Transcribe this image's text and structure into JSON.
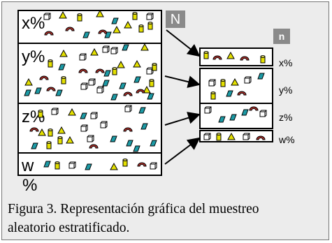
{
  "population": {
    "strata": [
      {
        "label_top": "x%",
        "label_bottom": ""
      },
      {
        "label_top": "y%",
        "label_bottom": ""
      },
      {
        "label_top": "z%",
        "label_bottom": ""
      },
      {
        "label_top": "w",
        "label_bottom": "%"
      }
    ]
  },
  "sample": {
    "population_badge": "N",
    "sample_badge": "n",
    "strata_labels": [
      "x%",
      "y%",
      "z%",
      "w%"
    ]
  },
  "caption": {
    "line1": "Figura 3. Representación gráfica del muestreo",
    "line2": "aleatorio estratificado."
  },
  "colors": {
    "yellow": "#e4e000",
    "teal": "#1c9aa5",
    "red": "#b1302a",
    "badge": "#8a8a8a"
  },
  "icons": [
    "triangle-icon",
    "arc-icon",
    "cylinder-icon",
    "cube-icon",
    "parallelogram-icon"
  ]
}
